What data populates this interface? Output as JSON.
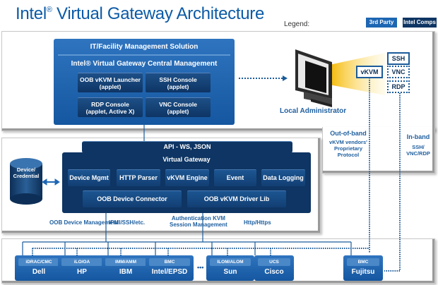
{
  "header": {
    "title_main": "Intel",
    "title_reg": "®",
    "title_rest": " Virtual Gateway Architecture",
    "legend_label": "Legend:",
    "legend_items": [
      {
        "label": "3rd Party",
        "color": "#1d66b3"
      },
      {
        "label": "Intel Comps",
        "color": "#0e3563"
      }
    ]
  },
  "management": {
    "title": "IT/Facility Management Solution",
    "subtitle": "Intel® Virtual Gateway Central Management",
    "applets": [
      {
        "line1": "OOB vKVM Launcher",
        "line2": "(applet)"
      },
      {
        "line1": "SSH Console",
        "line2": "(applet)"
      },
      {
        "line1": "RDP Console",
        "line2": "(applet, Active X)"
      },
      {
        "line1": "VNC Console",
        "line2": "(applet)"
      }
    ]
  },
  "admin": {
    "label": "Local Administrator",
    "protocols": {
      "vkvm": "vKVM",
      "ssh": "SSH",
      "vnc": "VNC",
      "rdp": "RDP"
    },
    "out_of_band": {
      "title": "Out-of-band",
      "desc": [
        "vKVM vendors'",
        "Proprietary",
        "Protocol"
      ]
    },
    "in_band": {
      "title": "In-band",
      "desc": [
        "SSH/",
        "VNC/RDP"
      ]
    }
  },
  "gateway": {
    "api": "API - WS, JSON",
    "title": "Virtual Gateway",
    "modules": [
      "Device Mgmt",
      "HTTP Parser",
      "vKVM Engine",
      "Event",
      "Data Logging"
    ],
    "connectors": [
      "OOB Device Connector",
      "OOB vKVM Driver Lib"
    ],
    "database": {
      "line1": "Device/",
      "line2": "Credential"
    },
    "labels": {
      "oob_mgmt": "OOB Device Management",
      "ipmi": "IPMI/SSH/etc.",
      "auth_line1": "Authentication KVM",
      "auth_line2": "Session Management",
      "http": "Http/Https"
    }
  },
  "vendors": [
    {
      "chip": "iDRAC/CMC",
      "name": "Dell"
    },
    {
      "chip": "iLO/OA",
      "name": "HP"
    },
    {
      "chip": "IMM/AMM",
      "name": "IBM"
    },
    {
      "chip": "BMC",
      "name": "Intel/EPSD"
    },
    {
      "chip": "ILOM/ALOM",
      "name": "Sun"
    },
    {
      "chip": "UCS",
      "name": "Cisco"
    },
    {
      "chip": "BMC",
      "name": "Fujitsu"
    }
  ],
  "ellipsis": "•••"
}
